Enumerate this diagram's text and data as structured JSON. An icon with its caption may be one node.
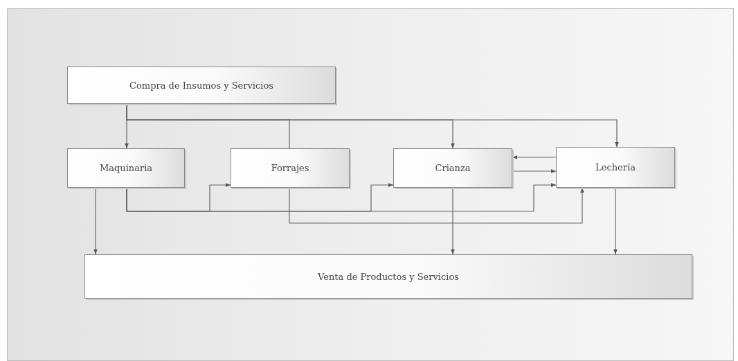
{
  "diagram": {
    "nodes": [
      {
        "text": [
          "Compra de Insumos y Servicios"
        ]
      },
      {
        "text": [
          "Maquinaria"
        ]
      },
      {
        "text": [
          "Forrajes"
        ]
      },
      {
        "text": [
          "Crianza"
        ]
      },
      {
        "text": [
          "Lechería"
        ]
      },
      {
        "text": [
          "Venta de Productos y Servicios"
        ]
      }
    ],
    "edges": [
      {
        "from": 0,
        "to": 1,
        "arrow": "to"
      },
      {
        "from": 0,
        "to": 2,
        "arrow": "none"
      },
      {
        "from": 0,
        "to": 3,
        "arrow": "to"
      },
      {
        "from": 0,
        "to": 4,
        "arrow": "to"
      },
      {
        "from": 1,
        "to": 2,
        "arrow": "to"
      },
      {
        "from": 1,
        "to": 3,
        "arrow": "to"
      },
      {
        "from": 1,
        "to": 4,
        "arrow": "to"
      },
      {
        "from": 2,
        "to": 4,
        "arrow": "to"
      },
      {
        "from": 3,
        "to": 4,
        "arrow": "to"
      },
      {
        "from": 4,
        "to": 3,
        "arrow": "to"
      },
      {
        "from": 1,
        "to": 5,
        "arrow": "to"
      },
      {
        "from": 3,
        "to": 5,
        "arrow": "to"
      },
      {
        "from": 4,
        "to": 5,
        "arrow": "to"
      }
    ]
  }
}
